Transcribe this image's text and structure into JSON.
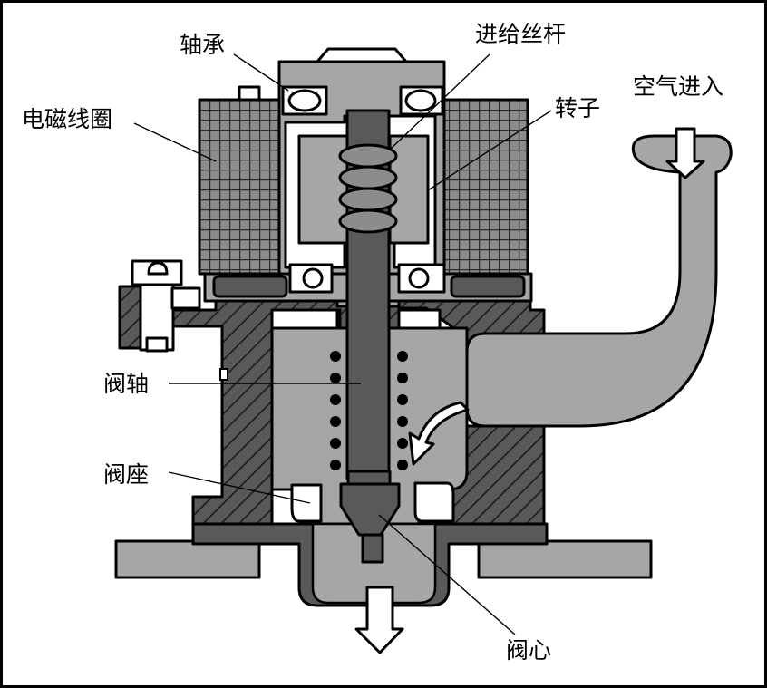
{
  "labels": {
    "bearing": "轴承",
    "lead_screw": "进给丝杆",
    "coil": "电磁线圈",
    "rotor": "转子",
    "air_in": "空气进入",
    "valve_shaft": "阀轴",
    "valve_seat": "阀座",
    "valve_core": "阀心"
  },
  "colors": {
    "body": "#a6a6a6",
    "dark": "#595959",
    "coil_fill": "#8c8c8c",
    "light": "#ffffff"
  }
}
